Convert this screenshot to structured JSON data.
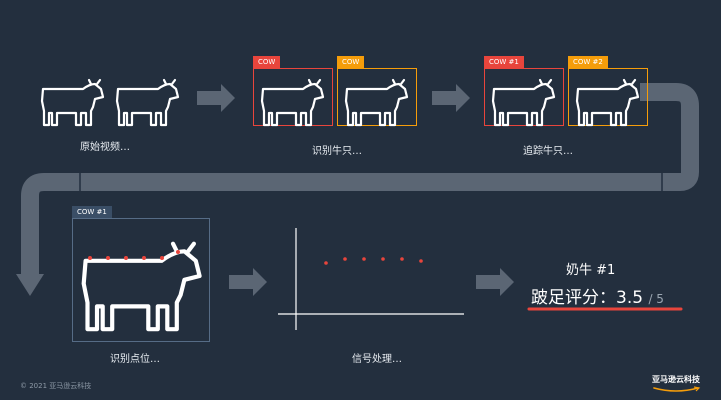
{
  "steps": {
    "step1_label": "原始视频…",
    "step2_label": "识别牛只…",
    "step3_label": "追踪牛只…",
    "step4_label": "识别点位…",
    "step5_label": "信号处理…"
  },
  "tags": {
    "detect_1": "COW",
    "detect_2": "COW",
    "track_1": "COW #1",
    "track_2": "COW #2",
    "keypoint": "COW #1"
  },
  "result": {
    "title": "奶牛 #1",
    "score_label": "跛足评分：",
    "score_value": "3.5",
    "score_max": "/ 5"
  },
  "footer": {
    "copyright": "© 2021 亚马逊云科技",
    "brand": "亚马逊云科技"
  },
  "colors": {
    "background": "#232f3e",
    "red": "#e8453c",
    "orange": "#f59d0a",
    "arrow": "#5b6674",
    "box_blue": "#566c86",
    "tag_blue": "#3a4e66"
  }
}
